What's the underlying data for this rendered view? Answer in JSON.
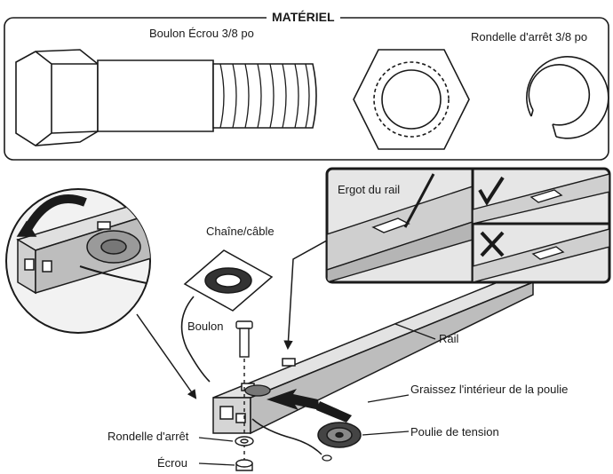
{
  "section_title": "MATÉRIEL",
  "hardware": {
    "bolt_nut_label": "Boulon  Écrou 3/8 po",
    "lock_washer_label": "Rondelle d'arrêt 3/8 po"
  },
  "diagram": {
    "rail_tab_label": "Ergot du rail",
    "chain_cable_label": "Chaîne/câble",
    "bolt_label": "Boulon",
    "rail_label": "Rail",
    "grease_label": "Graissez l'intérieur de la poulie",
    "pulley_label": "Poulie de tension",
    "lock_washer_label": "Rondelle d'arrêt",
    "nut_label": "Écrou"
  },
  "marks": {
    "correct": "checkmark-icon",
    "incorrect": "cross-icon"
  },
  "colors": {
    "line": "#1a1a1a",
    "rail_fill": "#d9d9d9",
    "inset_fill": "#e6e6e6"
  }
}
